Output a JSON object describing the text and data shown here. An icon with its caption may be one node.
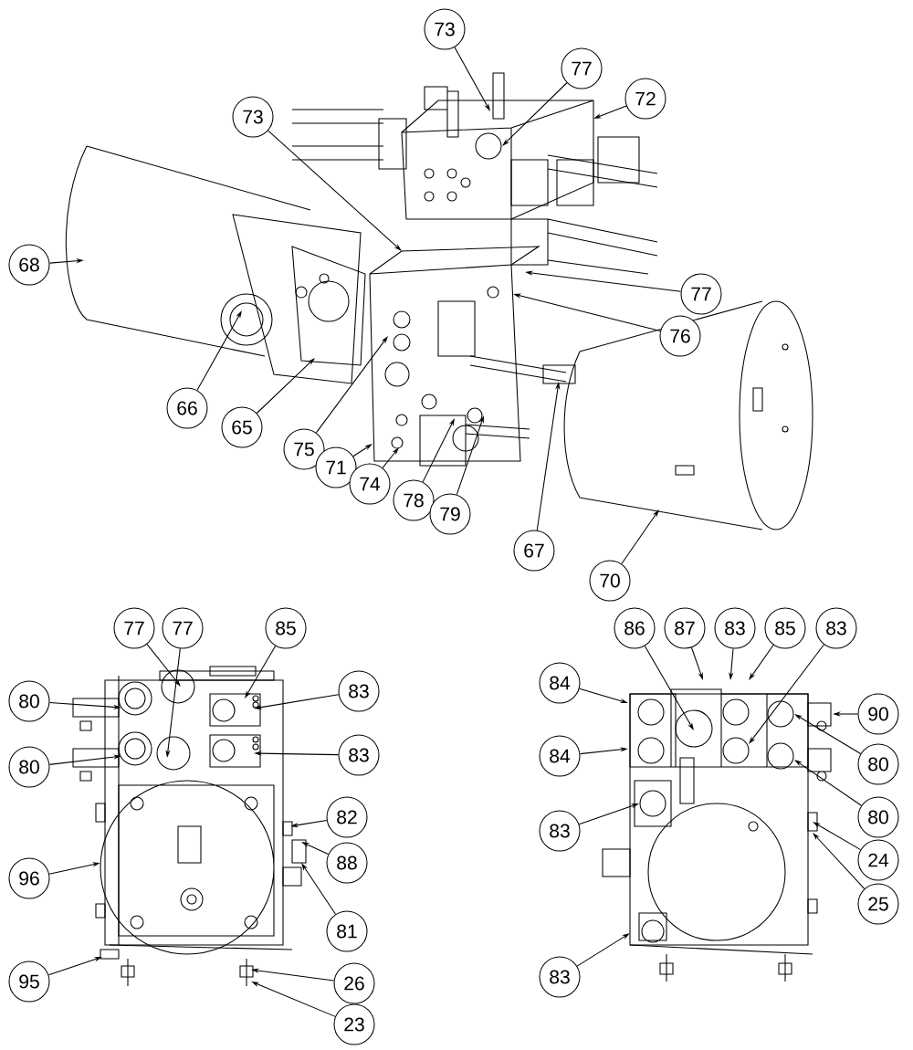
{
  "diagram": {
    "nodes": [
      {
        "text": [
          "73"
        ]
      },
      {
        "text": [
          "77"
        ]
      },
      {
        "text": [
          "72"
        ]
      },
      {
        "text": [
          "73"
        ]
      },
      {
        "text": [
          "68"
        ]
      },
      {
        "text": [
          "77"
        ]
      },
      {
        "text": [
          "76"
        ]
      },
      {
        "text": [
          "66"
        ]
      },
      {
        "text": [
          "65"
        ]
      },
      {
        "text": [
          "75"
        ]
      },
      {
        "text": [
          "71"
        ]
      },
      {
        "text": [
          "74"
        ]
      },
      {
        "text": [
          "78"
        ]
      },
      {
        "text": [
          "79"
        ]
      },
      {
        "text": [
          "67"
        ]
      },
      {
        "text": [
          "70"
        ]
      },
      {
        "text": [
          "77"
        ]
      },
      {
        "text": [
          "77"
        ]
      },
      {
        "text": [
          "85"
        ]
      },
      {
        "text": [
          "80"
        ]
      },
      {
        "text": [
          "83"
        ]
      },
      {
        "text": [
          "80"
        ]
      },
      {
        "text": [
          "83"
        ]
      },
      {
        "text": [
          "82"
        ]
      },
      {
        "text": [
          "96"
        ]
      },
      {
        "text": [
          "88"
        ]
      },
      {
        "text": [
          "81"
        ]
      },
      {
        "text": [
          "95"
        ]
      },
      {
        "text": [
          "26"
        ]
      },
      {
        "text": [
          "23"
        ]
      },
      {
        "text": [
          "86"
        ]
      },
      {
        "text": [
          "87"
        ]
      },
      {
        "text": [
          "83"
        ]
      },
      {
        "text": [
          "85"
        ]
      },
      {
        "text": [
          "83"
        ]
      },
      {
        "text": [
          "84"
        ]
      },
      {
        "text": [
          "90"
        ]
      },
      {
        "text": [
          "84"
        ]
      },
      {
        "text": [
          "80"
        ]
      },
      {
        "text": [
          "83"
        ]
      },
      {
        "text": [
          "80"
        ]
      },
      {
        "text": [
          "24"
        ]
      },
      {
        "text": [
          "25"
        ]
      },
      {
        "text": [
          "83"
        ]
      }
    ],
    "edges": [
      {
        "from": 0,
        "to": null,
        "arrow": "to"
      },
      {
        "from": 1,
        "to": null,
        "arrow": "to"
      },
      {
        "from": 2,
        "to": null,
        "arrow": "to"
      },
      {
        "from": 3,
        "to": null,
        "arrow": "to"
      },
      {
        "from": 4,
        "to": null,
        "arrow": "to"
      },
      {
        "from": 5,
        "to": null,
        "arrow": "to"
      },
      {
        "from": 6,
        "to": null,
        "arrow": "to"
      },
      {
        "from": 7,
        "to": null,
        "arrow": "to"
      },
      {
        "from": 8,
        "to": null,
        "arrow": "to"
      },
      {
        "from": 9,
        "to": null,
        "arrow": "to"
      },
      {
        "from": 10,
        "to": null,
        "arrow": "to"
      },
      {
        "from": 11,
        "to": null,
        "arrow": "to"
      },
      {
        "from": 12,
        "to": null,
        "arrow": "to"
      },
      {
        "from": 13,
        "to": null,
        "arrow": "to"
      },
      {
        "from": 14,
        "to": null,
        "arrow": "to"
      },
      {
        "from": 15,
        "to": null,
        "arrow": "to"
      },
      {
        "from": 16,
        "to": null,
        "arrow": "to"
      },
      {
        "from": 17,
        "to": null,
        "arrow": "to"
      },
      {
        "from": 18,
        "to": null,
        "arrow": "to"
      },
      {
        "from": 19,
        "to": null,
        "arrow": "to"
      },
      {
        "from": 20,
        "to": null,
        "arrow": "to"
      },
      {
        "from": 21,
        "to": null,
        "arrow": "to"
      },
      {
        "from": 22,
        "to": null,
        "arrow": "to"
      },
      {
        "from": 23,
        "to": null,
        "arrow": "to"
      },
      {
        "from": 24,
        "to": null,
        "arrow": "to"
      },
      {
        "from": 25,
        "to": null,
        "arrow": "to"
      },
      {
        "from": 26,
        "to": null,
        "arrow": "to"
      },
      {
        "from": 27,
        "to": null,
        "arrow": "to"
      },
      {
        "from": 28,
        "to": null,
        "arrow": "to"
      },
      {
        "from": 29,
        "to": null,
        "arrow": "to"
      },
      {
        "from": 30,
        "to": null,
        "arrow": "to"
      },
      {
        "from": 31,
        "to": null,
        "arrow": "to"
      },
      {
        "from": 32,
        "to": null,
        "arrow": "to"
      },
      {
        "from": 33,
        "to": null,
        "arrow": "to"
      },
      {
        "from": 34,
        "to": null,
        "arrow": "to"
      },
      {
        "from": 35,
        "to": null,
        "arrow": "to"
      },
      {
        "from": 36,
        "to": null,
        "arrow": "to"
      },
      {
        "from": 37,
        "to": null,
        "arrow": "to"
      },
      {
        "from": 38,
        "to": null,
        "arrow": "to"
      },
      {
        "from": 39,
        "to": null,
        "arrow": "to"
      },
      {
        "from": 40,
        "to": null,
        "arrow": "to"
      },
      {
        "from": 41,
        "to": null,
        "arrow": "to"
      },
      {
        "from": 42,
        "to": null,
        "arrow": "to"
      },
      {
        "from": 43,
        "to": null,
        "arrow": "to"
      }
    ]
  }
}
